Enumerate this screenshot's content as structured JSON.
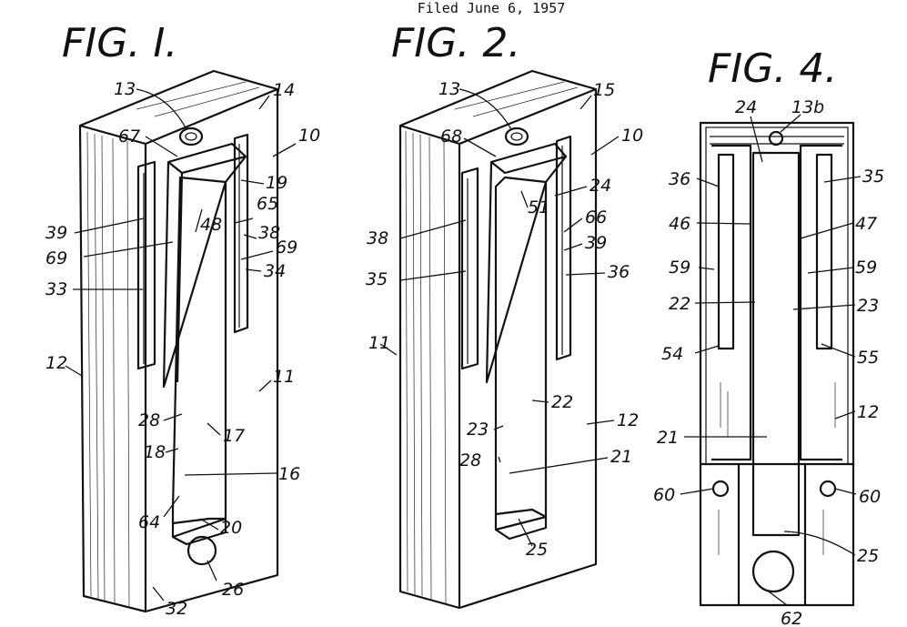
{
  "header": {
    "filed": "Filed June 6, 1957"
  },
  "figures": [
    {
      "id": "fig1",
      "title": "FIG. I.",
      "labels": [
        "13",
        "14",
        "10",
        "67",
        "19",
        "65",
        "39",
        "48",
        "38",
        "69",
        "69",
        "34",
        "33",
        "12",
        "11",
        "28",
        "17",
        "18",
        "16",
        "64",
        "20",
        "26",
        "32"
      ]
    },
    {
      "id": "fig2",
      "title": "FIG. 2.",
      "labels": [
        "13",
        "15",
        "10",
        "68",
        "24",
        "51",
        "66",
        "38",
        "39",
        "35",
        "36",
        "11",
        "22",
        "12",
        "23",
        "28",
        "21",
        "25"
      ]
    },
    {
      "id": "fig4",
      "title": "FIG. 4.",
      "labels": [
        "24",
        "13b",
        "36",
        "35",
        "46",
        "47",
        "59",
        "59",
        "22",
        "23",
        "54",
        "55",
        "12",
        "21",
        "60",
        "60",
        "25",
        "62"
      ]
    }
  ]
}
